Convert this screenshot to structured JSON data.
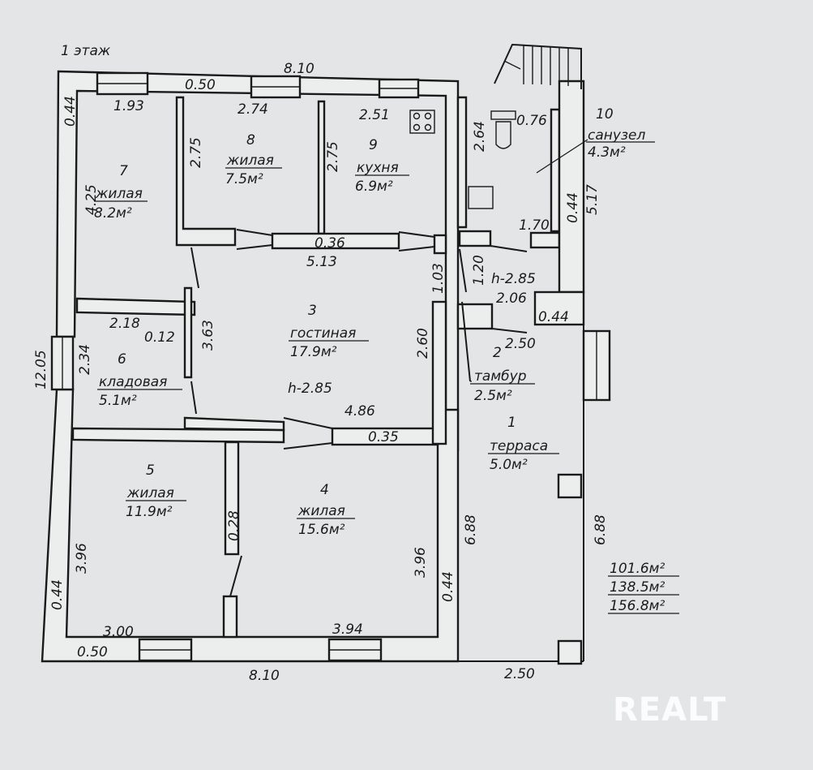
{
  "floor_label": "1 этаж",
  "dimensions": {
    "top_total": "8.10",
    "bottom_total": "8.10",
    "top_wall": "0.50",
    "bottom_wall": "0.50",
    "left_total": "12.05",
    "d_1_93": "1.93",
    "d_2_74": "2.74",
    "d_2_51": "2.51",
    "d_0_76": "0.76",
    "d_left_044": "0.44",
    "d_4_25": "4.25",
    "d_2_75a": "2.75",
    "d_2_75b": "2.75",
    "d_2_64": "2.64",
    "d_0_44_bath": "0.44",
    "d_5_17": "5.17",
    "d_1_70": "1.70",
    "d_0_36": "0.36",
    "d_5_13": "5.13",
    "d_1_03": "1.03",
    "d_1_20": "1.20",
    "h_top": "h-2.85",
    "d_2_06": "2.06",
    "d_0_44_step": "0.44",
    "d_2_50_top": "2.50",
    "d_2_18": "2.18",
    "d_0_12": "0.12",
    "d_3_63": "3.63",
    "d_2_34": "2.34",
    "d_2_60": "2.60",
    "h_mid": "h-2.85",
    "d_4_86": "4.86",
    "d_0_35": "0.35",
    "d_0_28": "0.28",
    "d_3_96a": "3.96",
    "d_3_96b": "3.96",
    "d_6_88a": "6.88",
    "d_6_88b": "6.88",
    "d_0_44_lb": "0.44",
    "d_0_44_rb": "0.44",
    "d_3_00": "3.00",
    "d_3_94": "3.94",
    "d_2_50_bottom": "2.50"
  },
  "rooms": [
    {
      "num": "1",
      "name": "терраса",
      "area": "5.0м²"
    },
    {
      "num": "2",
      "name": "тамбур",
      "area": "2.5м²"
    },
    {
      "num": "3",
      "name": "гостиная",
      "area": "17.9м²"
    },
    {
      "num": "4",
      "name": "жилая",
      "area": "15.6м²"
    },
    {
      "num": "5",
      "name": "жилая",
      "area": "11.9м²"
    },
    {
      "num": "6",
      "name": "кладовая",
      "area": "5.1м²"
    },
    {
      "num": "7",
      "name": "жилая",
      "area": "8.2м²"
    },
    {
      "num": "8",
      "name": "жилая",
      "area": "7.5м²"
    },
    {
      "num": "9",
      "name": "кухня",
      "area": "6.9м²"
    },
    {
      "num": "10",
      "name": "санузел",
      "area": "4.3м²"
    }
  ],
  "totals": [
    "101.6м²",
    "138.5м²",
    "156.8м²"
  ],
  "watermark": "REALT"
}
